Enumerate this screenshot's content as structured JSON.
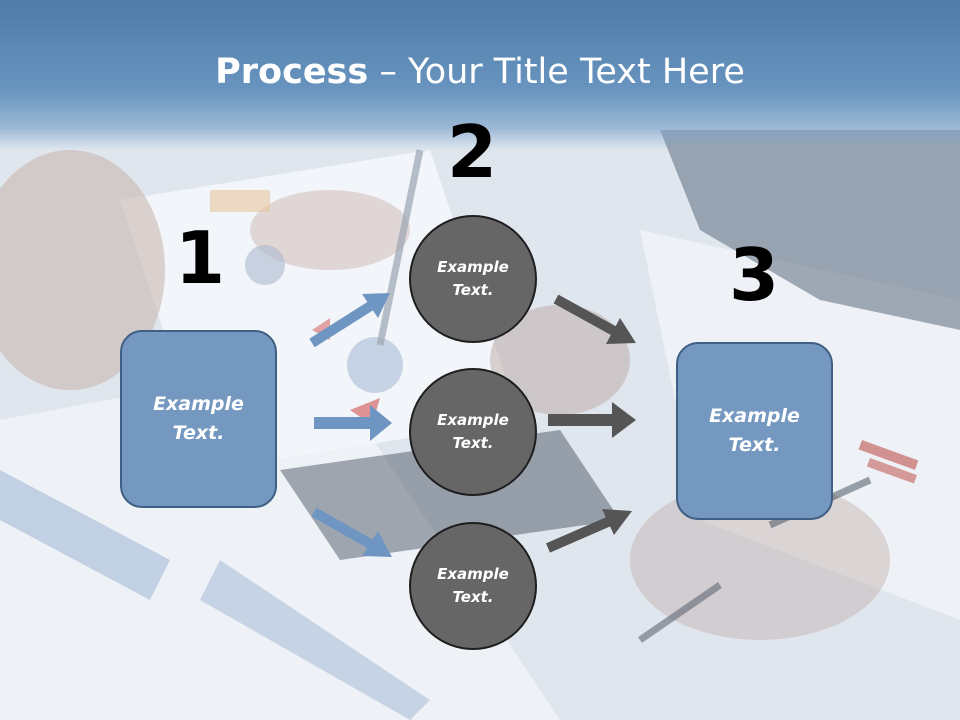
{
  "title": {
    "bold": "Process",
    "rest": " – Your Title Text Here"
  },
  "steps": {
    "one": {
      "number": "1",
      "text": "Example Text."
    },
    "two": {
      "number": "2",
      "circles": [
        "Example Text.",
        "Example Text.",
        "Example Text."
      ]
    },
    "three": {
      "number": "3",
      "text": "Example Text."
    }
  },
  "colors": {
    "box_fill": "#7498c0",
    "circle_fill": "#666666",
    "left_arrows": "#6f96c2",
    "right_arrows": "#555555"
  }
}
